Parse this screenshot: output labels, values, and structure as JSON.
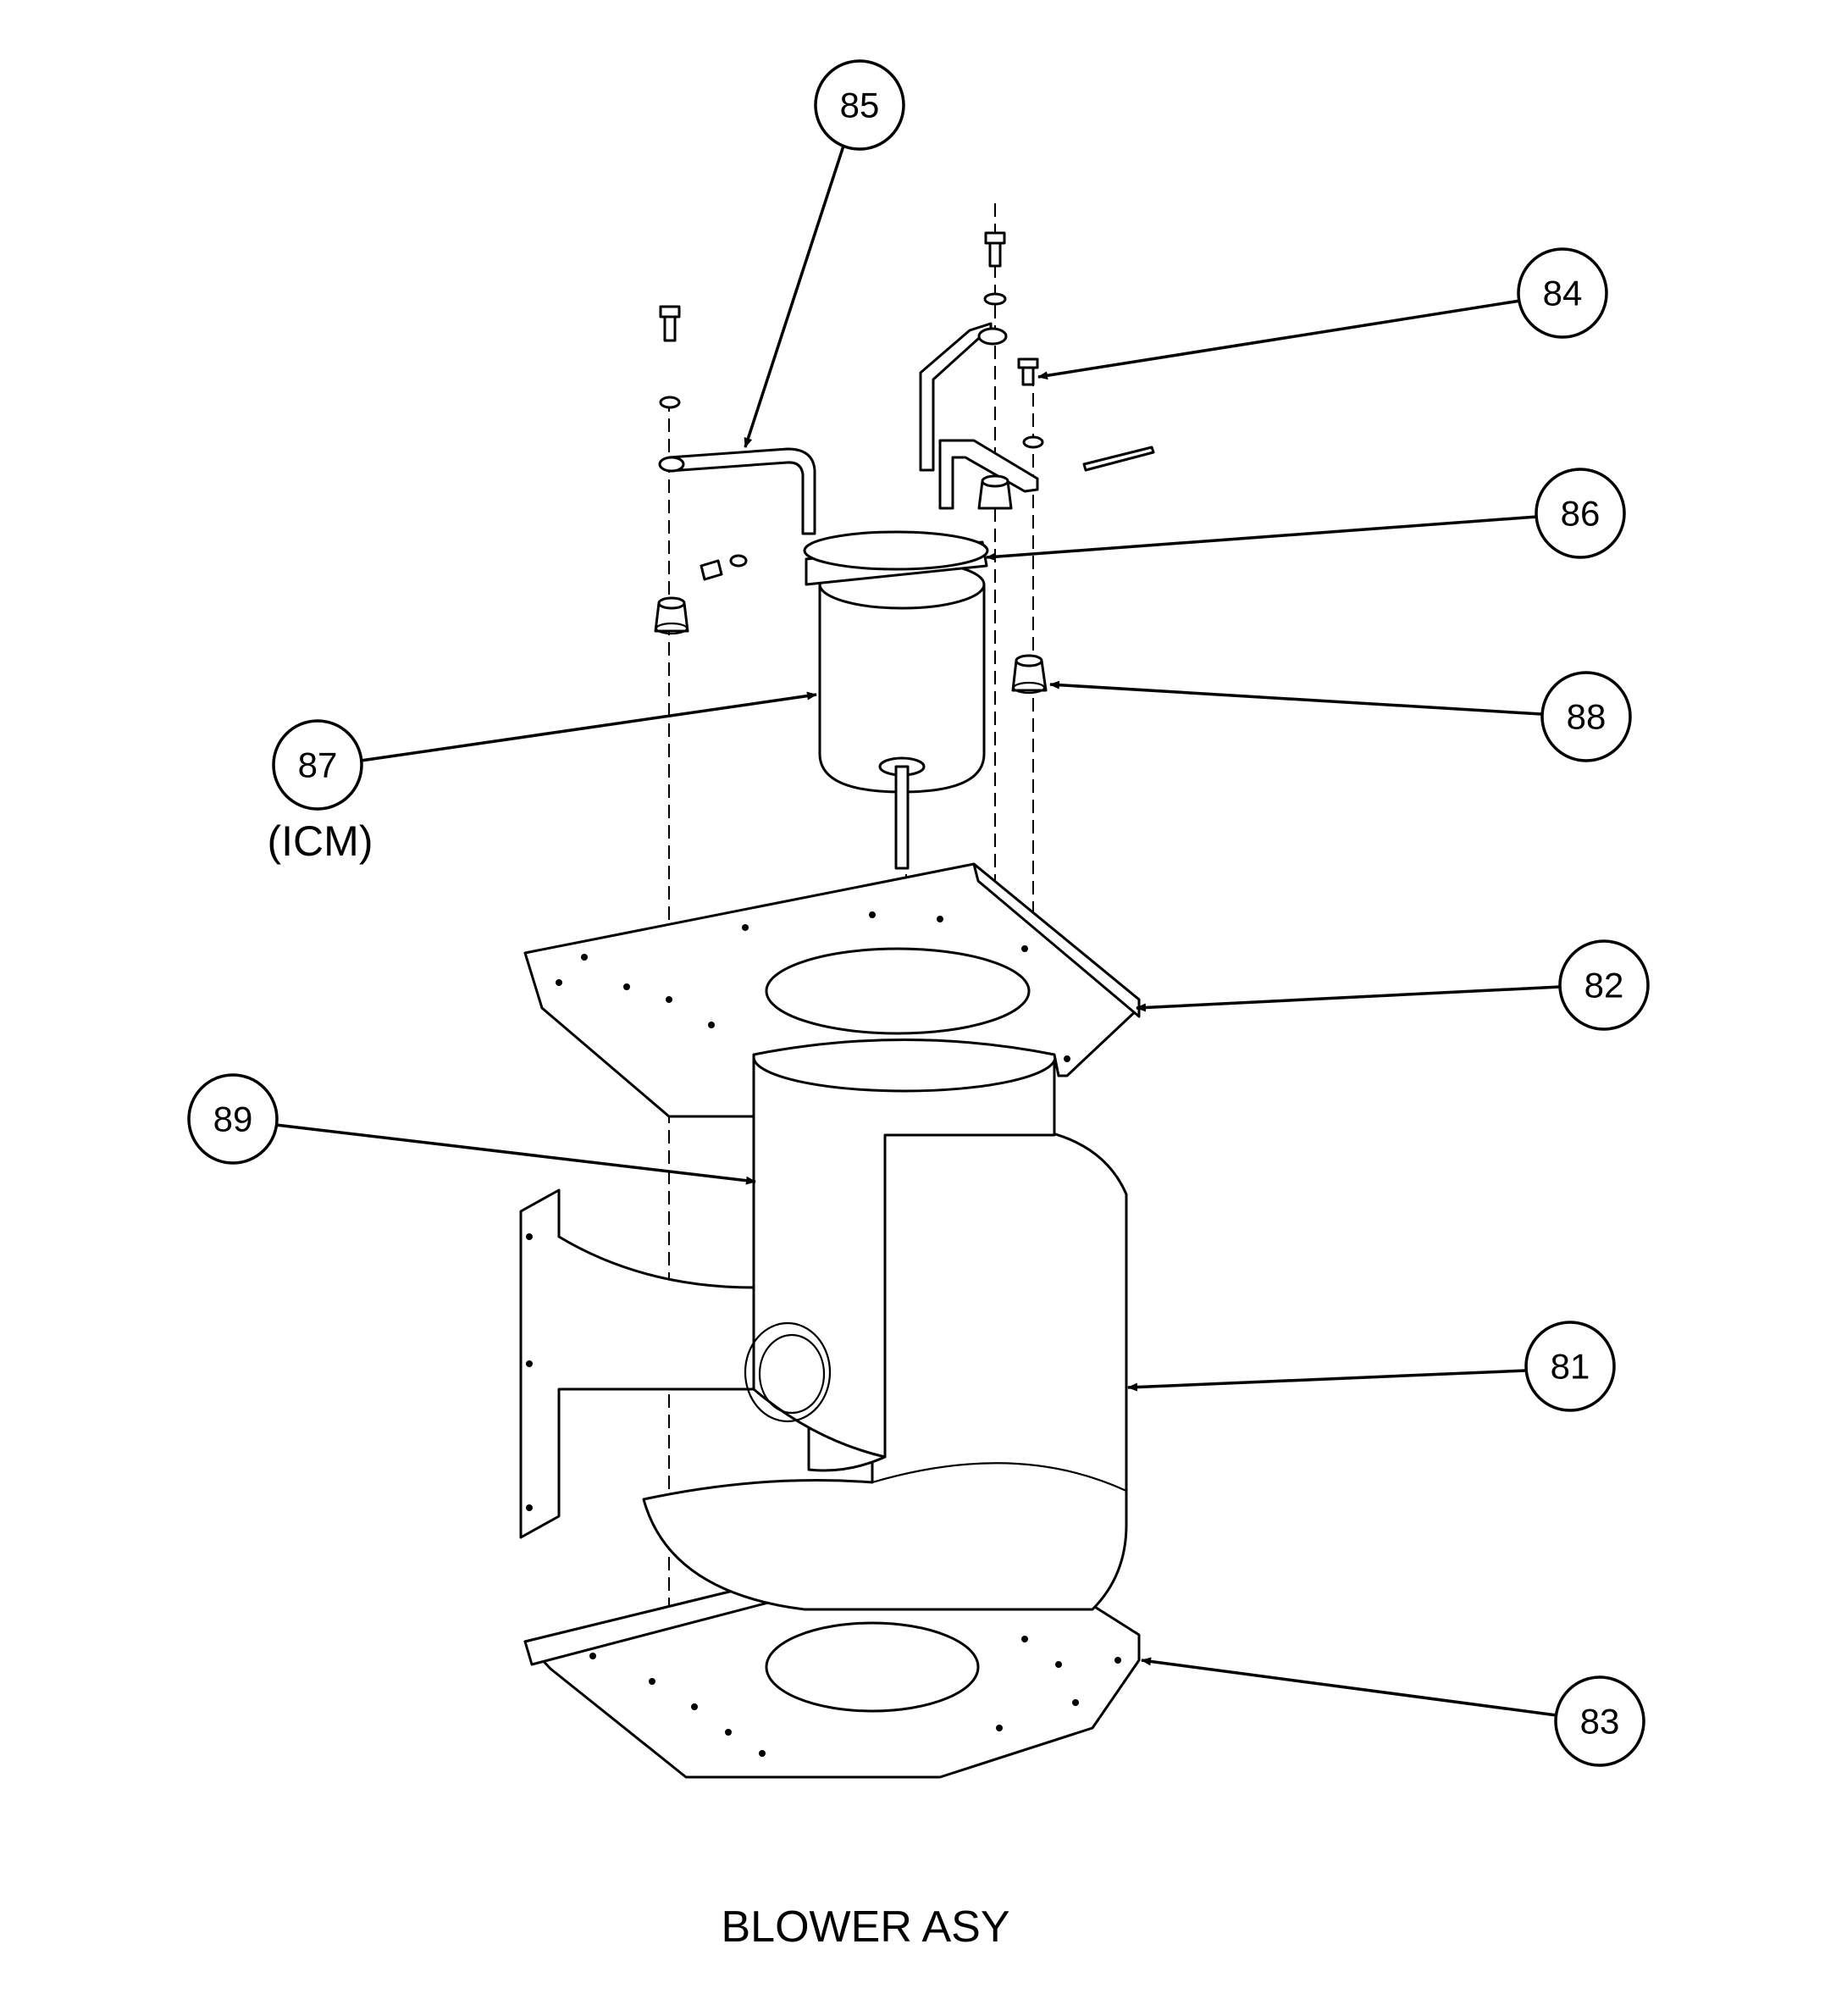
{
  "title": "BLOWER ASY",
  "callouts": [
    {
      "id": "85",
      "label": "85"
    },
    {
      "id": "84",
      "label": "84"
    },
    {
      "id": "86",
      "label": "86"
    },
    {
      "id": "88",
      "label": "88"
    },
    {
      "id": "87",
      "label": "87",
      "sublabel": "(ICM)"
    },
    {
      "id": "82",
      "label": "82"
    },
    {
      "id": "89",
      "label": "89"
    },
    {
      "id": "81",
      "label": "81"
    },
    {
      "id": "83",
      "label": "83"
    }
  ]
}
